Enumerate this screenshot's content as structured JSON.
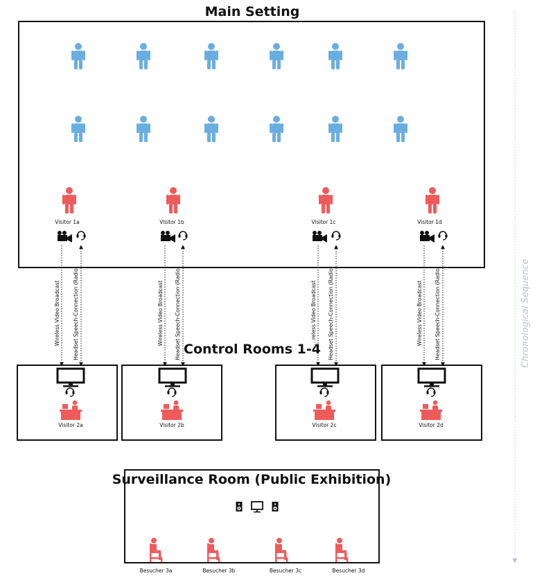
{
  "main_setting": {
    "title": "Main Setting",
    "visitors": [
      {
        "label": "Visitor 1a"
      },
      {
        "label": "Visitor 1b"
      },
      {
        "label": "Visitor 1c"
      },
      {
        "label": "Visitor 1d"
      }
    ]
  },
  "connections": {
    "video_label": "Wireless Video Broadcast",
    "radio_label": "Headset Speech-Connection (Radio)"
  },
  "control_rooms": {
    "title": "Control Rooms 1-4",
    "rooms": [
      {
        "visitor": "Visitor 2a"
      },
      {
        "visitor": "Visitor 2b"
      },
      {
        "visitor": "Visitor 2c"
      },
      {
        "visitor": "Visitor 2d"
      }
    ]
  },
  "surveillance_room": {
    "title": "Surveillance Room (Public Exhibition)",
    "visitors": [
      {
        "label": "Besucher 3a"
      },
      {
        "label": "Besucher 3b"
      },
      {
        "label": "Besucher 3c"
      },
      {
        "label": "Besucher 3d"
      }
    ]
  },
  "timeline": {
    "label": "Chronological Sequence"
  },
  "colors": {
    "audience": "#6aaee0",
    "visitor": "#ef5b5b",
    "frame": "#111111",
    "timeline": "#b9bfd3"
  },
  "icons": {
    "audience": "person-icon",
    "visitor": "person-icon",
    "camera": "video-camera-icon",
    "headset": "headset-icon",
    "monitor": "monitor-icon",
    "desk": "desk-operator-icon",
    "speaker": "speaker-icon",
    "seated": "seated-person-icon"
  }
}
